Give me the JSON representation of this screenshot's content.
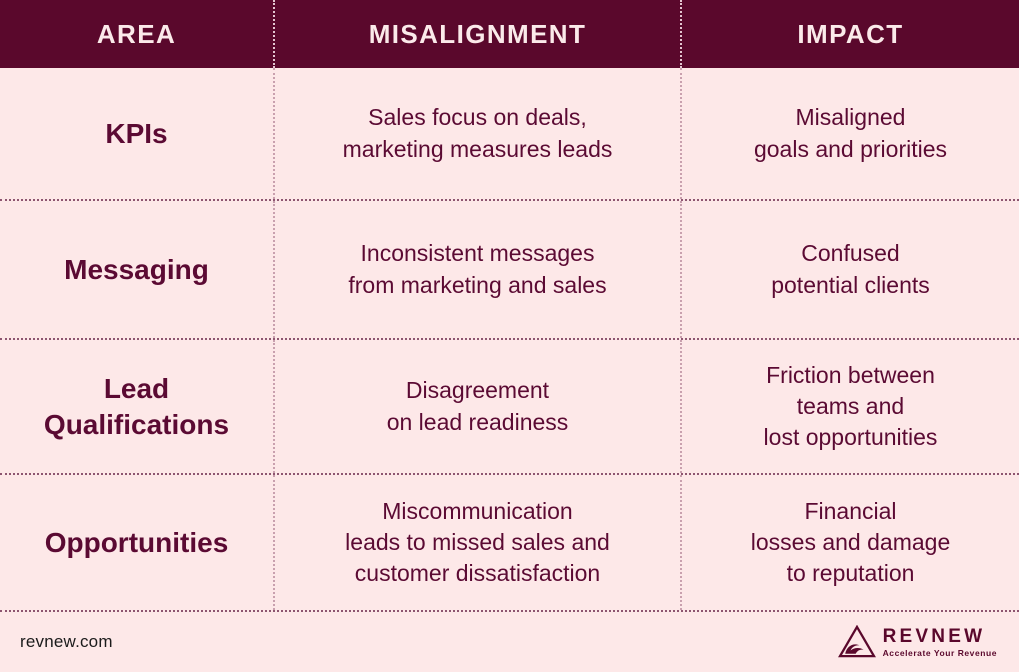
{
  "table": {
    "columns": [
      {
        "key": "area",
        "label": "AREA"
      },
      {
        "key": "misalignment",
        "label": "MISALIGNMENT"
      },
      {
        "key": "impact",
        "label": "IMPACT"
      }
    ],
    "rows": [
      {
        "area": "KPIs",
        "misalignment": [
          "Sales focus on deals,",
          "marketing measures leads"
        ],
        "impact": [
          "Misaligned",
          "goals and priorities"
        ]
      },
      {
        "area": "Messaging",
        "misalignment": [
          "Inconsistent messages",
          "from marketing and sales"
        ],
        "impact": [
          "Confused",
          "potential clients"
        ]
      },
      {
        "area": "Lead\nQualifications",
        "area_lines": [
          "Lead",
          "Qualifications"
        ],
        "misalignment": [
          "Disagreement",
          "on lead readiness"
        ],
        "impact": [
          "Friction between",
          "teams and",
          "lost opportunities"
        ]
      },
      {
        "area": "Opportunities",
        "misalignment": [
          "Miscommunication",
          "leads to missed sales and",
          "customer dissatisfaction"
        ],
        "impact": [
          "Financial",
          "losses and damage",
          "to reputation"
        ]
      }
    ]
  },
  "footer": {
    "site_url": "revnew.com",
    "logo": {
      "wordmark": "REVNEW",
      "tagline": "Accelerate Your Revenue",
      "icon": "triangle-wave-logo-icon"
    }
  },
  "colors": {
    "header_bg": "#5a082c",
    "header_text": "#fbeaea",
    "body_bg": "#fde8e8",
    "body_text": "#5b0a33",
    "divider": "#8d5570",
    "url_text": "#1b1b1b"
  }
}
